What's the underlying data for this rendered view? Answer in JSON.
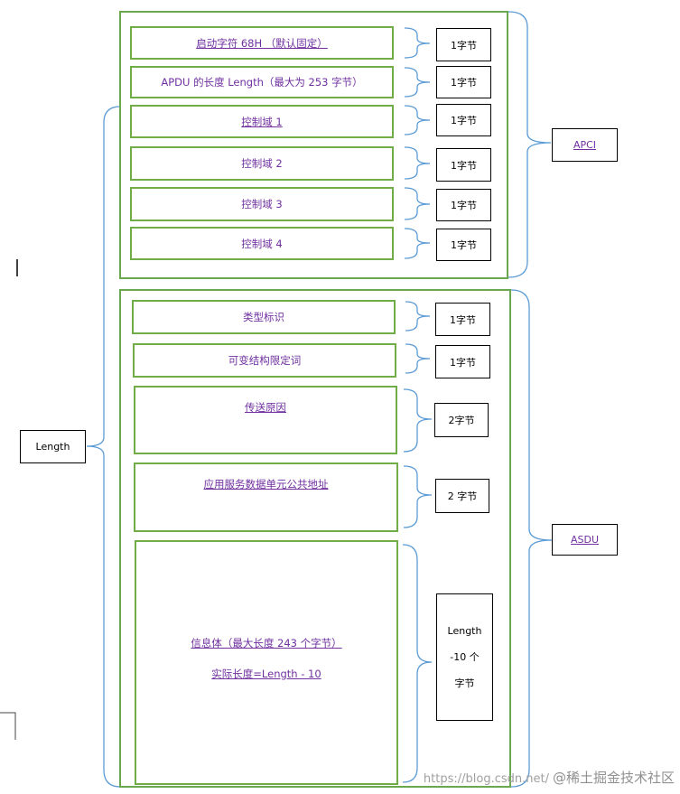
{
  "apci": {
    "label": "APCI",
    "fields": [
      {
        "name": "启动字符 68H （默认固定）",
        "size": "1字节"
      },
      {
        "name": "APDU 的长度 Length（最大为 253 字节）",
        "size": "1字节"
      },
      {
        "name": "控制域 1",
        "size": "1字节"
      },
      {
        "name": "控制域 2",
        "size": "1字节"
      },
      {
        "name": "控制域 3",
        "size": "1字节"
      },
      {
        "name": "控制域 4",
        "size": "1字节"
      }
    ]
  },
  "asdu": {
    "label": "ASDU",
    "fields": [
      {
        "name": "类型标识",
        "size": "1字节"
      },
      {
        "name": "可变结构限定词",
        "size": "1字节"
      },
      {
        "name": "传送原因",
        "size": "2字节"
      },
      {
        "name": "应用服务数据单元公共地址",
        "size": "2 字节"
      }
    ],
    "info": {
      "line1": "信息体（最大长度 243 个字节）",
      "line2": "实际长度=Length - 10",
      "size_lines": [
        "Length",
        "-10 个",
        "字节"
      ]
    }
  },
  "length_label": "Length",
  "watermark": {
    "url": "https://blog.csdn.net/",
    "site": "@稀土掘金技术社区"
  },
  "colors": {
    "group_border": "#6aa84f",
    "field_border": "#70ad47",
    "brace": "#5b9bd5",
    "field_text": "#7030a0"
  }
}
